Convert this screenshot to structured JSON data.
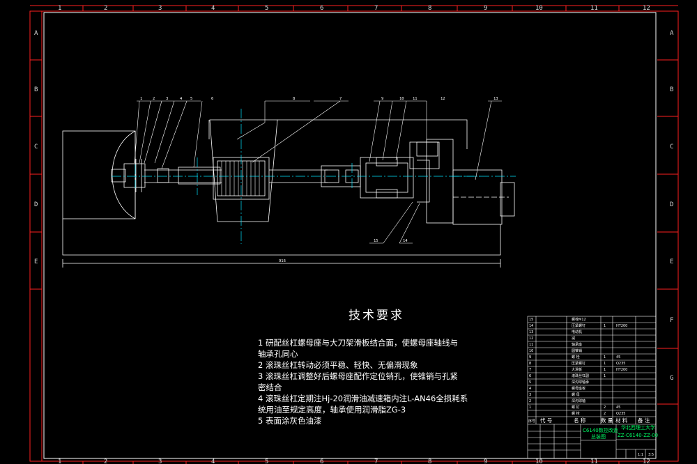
{
  "drawing": {
    "border_color": "#ff2020",
    "line_color": "#ffffff",
    "center_line_color": "#00e5ff",
    "accent_green": "#00ff66",
    "zone_cols": [
      "1",
      "2",
      "3",
      "4",
      "5",
      "6",
      "7",
      "8",
      "9",
      "10",
      "11",
      "12"
    ],
    "zone_rows_left": [
      "A",
      "B",
      "C",
      "D",
      "E"
    ],
    "zone_rows_right": [
      "A",
      "B",
      "C",
      "D",
      "E",
      "F",
      "G"
    ]
  },
  "callouts": {
    "top": [
      "1",
      "2",
      "3",
      "4",
      "5",
      "6",
      "8",
      "7",
      "9",
      "10",
      "11",
      "12",
      "13"
    ],
    "bottom": [
      "15",
      "14"
    ],
    "dimension": "916"
  },
  "requirements": {
    "title": "技术要求",
    "lines": [
      "1 研配丝杠螺母座与大刀架滑板结合面，使螺母座轴线与",
      "轴承孔同心",
      "2 滚珠丝杠转动必须平稳、轻快、无偏滑现象",
      "3 滚珠丝杠调整好后螺母座配作定位销孔，使锥销与孔紧",
      "密结合",
      "4 滚珠丝杠定期注Hj-20润滑油减速箱内注L-AN46全损耗系",
      "统用油至规定高度，轴承使用润滑脂ZG-3",
      "5 表面涂灰色油漆"
    ]
  },
  "parts_list": {
    "rows": [
      {
        "no": "15",
        "name": "螺栓M12",
        "qty": "",
        "mat": "",
        "note": ""
      },
      {
        "no": "14",
        "name": "压紧螺钉",
        "qty": "1",
        "mat": "HT200",
        "note": ""
      },
      {
        "no": "13",
        "name": "电动机",
        "qty": "",
        "mat": "",
        "note": ""
      },
      {
        "no": "12",
        "name": "减",
        "qty": "",
        "mat": "",
        "note": ""
      },
      {
        "no": "11",
        "name": "轴承座",
        "qty": "",
        "mat": "",
        "note": ""
      },
      {
        "no": "10",
        "name": "圆锥销",
        "qty": "",
        "mat": "",
        "note": ""
      },
      {
        "no": "9",
        "name": "螺 栓",
        "qty": "1",
        "mat": "45",
        "note": ""
      },
      {
        "no": "8",
        "name": "压紧螺钉",
        "qty": "1",
        "mat": "Q235",
        "note": ""
      },
      {
        "no": "7",
        "name": "大滑板",
        "qty": "1",
        "mat": "HT200",
        "note": ""
      },
      {
        "no": "6",
        "name": "滚珠丝杠副",
        "qty": "1",
        "mat": "",
        "note": ""
      },
      {
        "no": "5",
        "name": "深沟球轴承",
        "qty": "",
        "mat": "",
        "note": ""
      },
      {
        "no": "4",
        "name": "螺母座板",
        "qty": "",
        "mat": "",
        "note": ""
      },
      {
        "no": "3",
        "name": "螺 母",
        "qty": "",
        "mat": "",
        "note": ""
      },
      {
        "no": "2",
        "name": "深沟球轴",
        "qty": "",
        "mat": "",
        "note": ""
      },
      {
        "no": "1",
        "name": "螺 钉",
        "qty": "2",
        "mat": "45",
        "note": ""
      },
      {
        "no": "",
        "name": "螺 栓",
        "qty": "2",
        "mat": "Q235",
        "note": ""
      }
    ],
    "header": {
      "no": "代 号",
      "name": "名 称",
      "qty": "数 量",
      "mat": "材 料",
      "note": "备 注"
    },
    "seq_label": "序号"
  },
  "title_block": {
    "drawing_title": "C6140数控改造",
    "drawing_subtitle": "总装图",
    "school": "华北西理工大学",
    "drawing_no": "ZZ-C6140-ZZ-00",
    "scale": "3:5",
    "sheet": "1:1"
  }
}
